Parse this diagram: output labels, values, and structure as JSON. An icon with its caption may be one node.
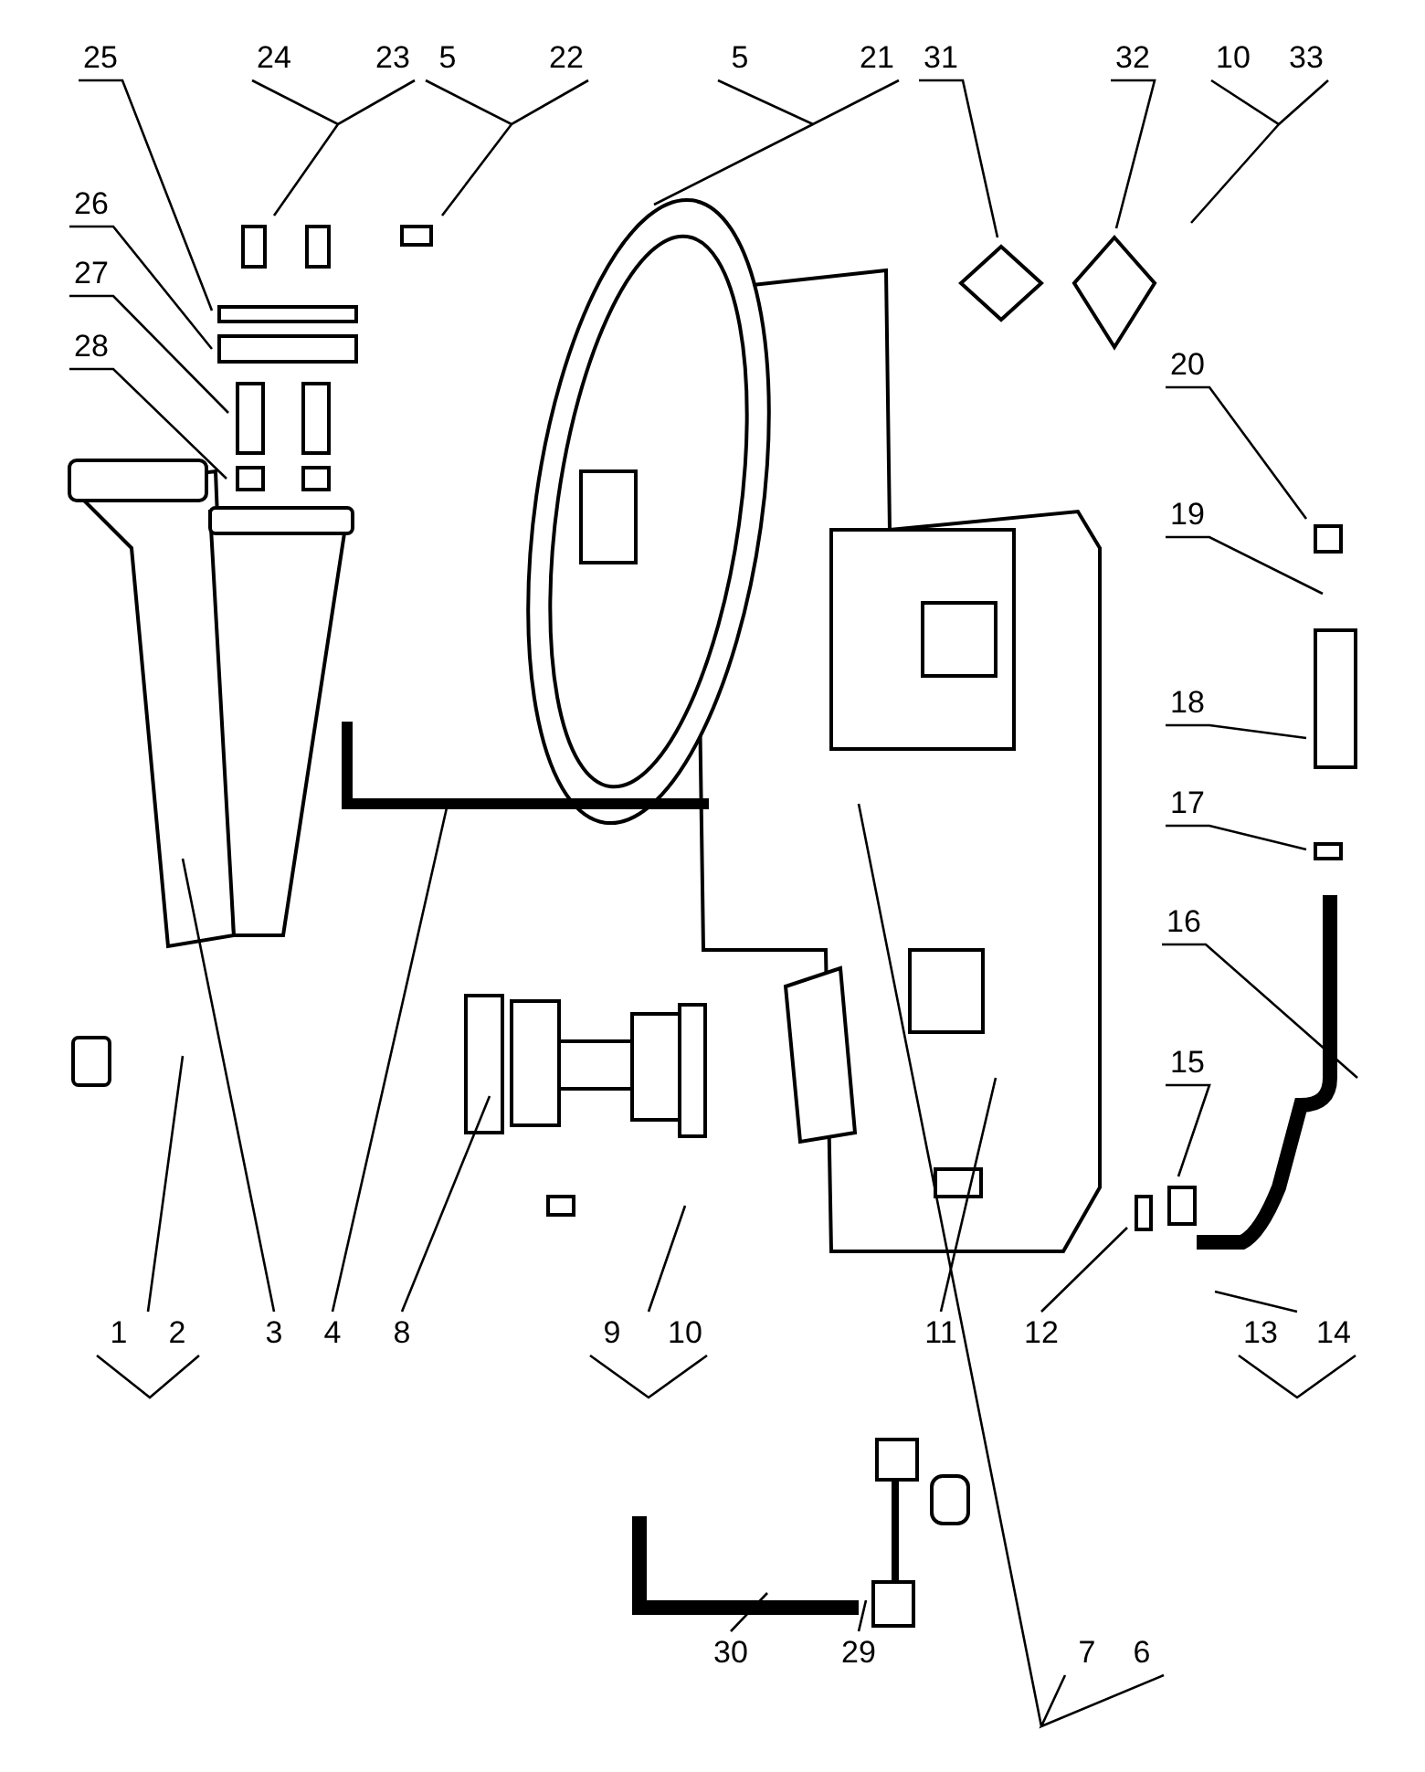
{
  "diagram": {
    "nodes": [
      {
        "text": [
          "25"
        ]
      },
      {
        "text": [
          "24",
          "23"
        ]
      },
      {
        "text": [
          "5",
          "22"
        ]
      },
      {
        "text": [
          "5",
          "21"
        ]
      },
      {
        "text": [
          "31"
        ]
      },
      {
        "text": [
          "32"
        ]
      },
      {
        "text": [
          "10",
          "33"
        ]
      },
      {
        "text": [
          "26"
        ]
      },
      {
        "text": [
          "27"
        ]
      },
      {
        "text": [
          "28"
        ]
      },
      {
        "text": [
          "20"
        ]
      },
      {
        "text": [
          "19"
        ]
      },
      {
        "text": [
          "18"
        ]
      },
      {
        "text": [
          "17"
        ]
      },
      {
        "text": [
          "16"
        ]
      },
      {
        "text": [
          "15"
        ]
      },
      {
        "text": [
          "1",
          "2"
        ]
      },
      {
        "text": [
          "3"
        ]
      },
      {
        "text": [
          "4"
        ]
      },
      {
        "text": [
          "8"
        ]
      },
      {
        "text": [
          "9",
          "10"
        ]
      },
      {
        "text": [
          "11"
        ]
      },
      {
        "text": [
          "12"
        ]
      },
      {
        "text": [
          "13",
          "14"
        ]
      },
      {
        "text": [
          "30"
        ]
      },
      {
        "text": [
          "29"
        ]
      },
      {
        "text": [
          "7",
          "6"
        ]
      }
    ],
    "edges": [
      {
        "from": 0,
        "to": null,
        "arrow": "none"
      },
      {
        "from": 1,
        "to": null,
        "arrow": "none"
      },
      {
        "from": 2,
        "to": null,
        "arrow": "none"
      },
      {
        "from": 3,
        "to": null,
        "arrow": "none"
      },
      {
        "from": 4,
        "to": null,
        "arrow": "none"
      },
      {
        "from": 5,
        "to": null,
        "arrow": "none"
      },
      {
        "from": 6,
        "to": null,
        "arrow": "none"
      },
      {
        "from": 7,
        "to": null,
        "arrow": "none"
      },
      {
        "from": 8,
        "to": null,
        "arrow": "none"
      },
      {
        "from": 9,
        "to": null,
        "arrow": "none"
      },
      {
        "from": 10,
        "to": null,
        "arrow": "none"
      },
      {
        "from": 11,
        "to": null,
        "arrow": "none"
      },
      {
        "from": 12,
        "to": null,
        "arrow": "none"
      },
      {
        "from": 13,
        "to": null,
        "arrow": "none"
      },
      {
        "from": 14,
        "to": null,
        "arrow": "none"
      },
      {
        "from": 15,
        "to": null,
        "arrow": "none"
      },
      {
        "from": 16,
        "to": null,
        "arrow": "none"
      },
      {
        "from": 17,
        "to": null,
        "arrow": "none"
      },
      {
        "from": 18,
        "to": null,
        "arrow": "none"
      },
      {
        "from": 19,
        "to": null,
        "arrow": "none"
      },
      {
        "from": 20,
        "to": null,
        "arrow": "none"
      },
      {
        "from": 21,
        "to": null,
        "arrow": "none"
      },
      {
        "from": 22,
        "to": null,
        "arrow": "none"
      },
      {
        "from": 23,
        "to": null,
        "arrow": "none"
      },
      {
        "from": 24,
        "to": null,
        "arrow": "none"
      },
      {
        "from": 25,
        "to": null,
        "arrow": "none"
      },
      {
        "from": 26,
        "to": null,
        "arrow": "none"
      }
    ]
  }
}
